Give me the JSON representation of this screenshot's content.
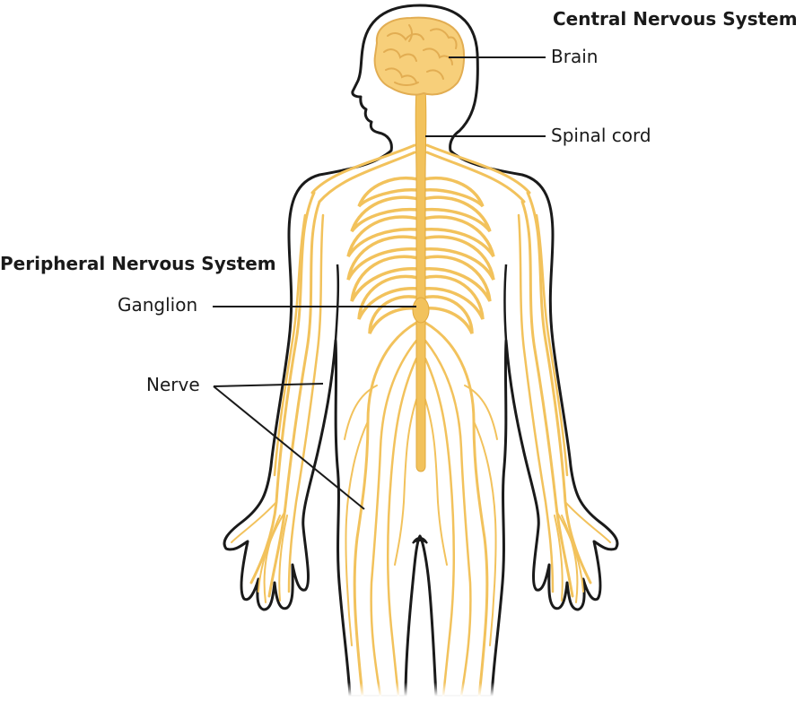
{
  "headings": {
    "central": "Central Nervous System",
    "peripheral": "Peripheral Nervous System"
  },
  "labels": {
    "brain": "Brain",
    "spinal_cord": "Spinal cord",
    "ganglion": "Ganglion",
    "nerve": "Nerve"
  },
  "colors": {
    "nerve": "#f2c25c",
    "nerve_dark": "#e0a93e",
    "brain_fill": "#f7cf7a",
    "brain_fold": "#e2ad52",
    "outline": "#1a1a1a",
    "leader_line": "#1a1a1a"
  }
}
